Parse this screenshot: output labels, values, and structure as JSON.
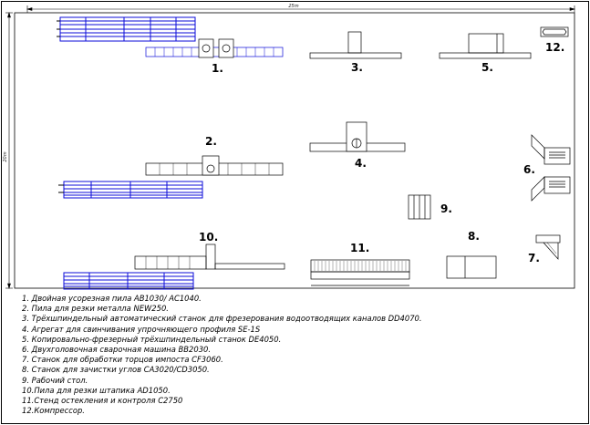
{
  "plan": {
    "width_dimension": "25m",
    "height_dimension": "20m",
    "colors": {
      "line": "#000000",
      "equipment_blue": "#0b0bd8",
      "hatch": "#444444"
    },
    "station_numbers": {
      "s1": "1.",
      "s2": "2.",
      "s3": "3.",
      "s4": "4.",
      "s5": "5.",
      "s6": "6.",
      "s7": "7.",
      "s8": "8.",
      "s9": "9.",
      "s10": "10.",
      "s11": "11.",
      "s12": "12."
    }
  },
  "legend": [
    "1. Двойная усорезная пила AB1030/ AC1040.",
    "2. Пила для резки металла NEW250.",
    "3. Трёхшпиндельный автоматический станок для фрезерования водоотводящих каналов DD4070.",
    "4. Агрегат для свинчивания упрочняющего профиля SE-1S",
    "5. Копировально-фрезерный трёхшпиндельный станок DE4050.",
    "6. Двухголовочная сварочная машина BB2030.",
    "7. Станок для обработки торцов импоста CF3060.",
    "8. Станок для зачистки углов CA3020/CD3050.",
    "9. Рабочий стол.",
    "10.Пила для резки штапика AD1050.",
    "11.Стенд остекления и контроля С2750",
    "12.Компрессор."
  ]
}
